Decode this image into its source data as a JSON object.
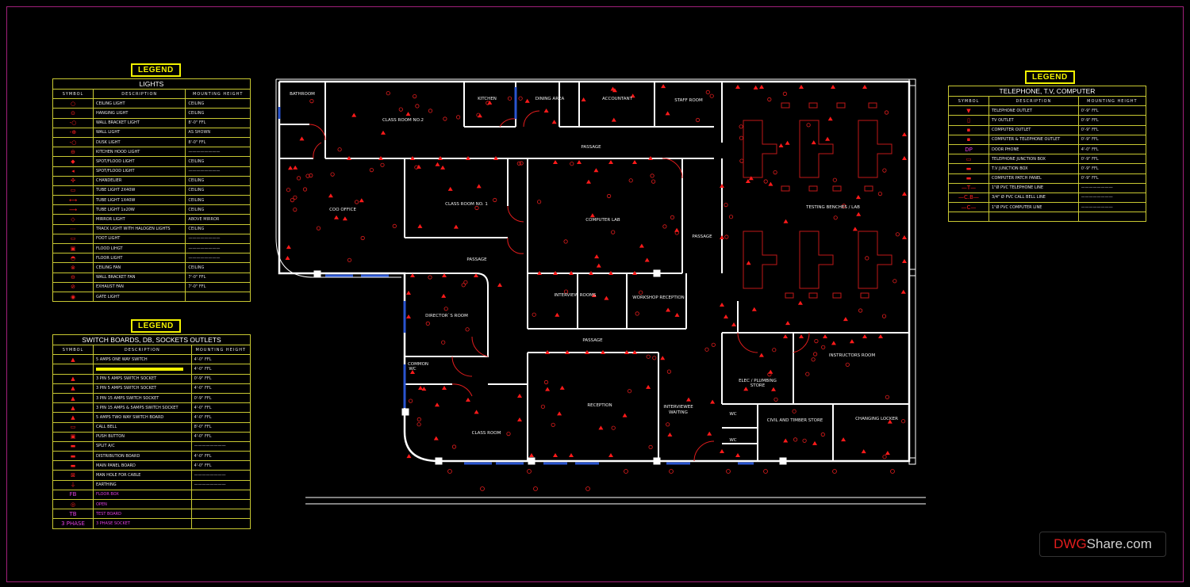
{
  "legend_heading": "LEGEND",
  "lights_table": {
    "title": "LIGHTS",
    "headers": [
      "SYMBOL",
      "DESCRIPTION",
      "MOUNTING HEIGHT"
    ],
    "rows": [
      {
        "sym": "○",
        "desc": "CEILING LIGHT",
        "height": "CEILING"
      },
      {
        "sym": "⊙",
        "desc": "HANGING LIGHT",
        "height": "CEILING"
      },
      {
        "sym": "-○",
        "desc": "WALL BRACKET LIGHT",
        "height": "8'-0\" FFL"
      },
      {
        "sym": "-⊕",
        "desc": "WALL LIGHT",
        "height": "AS SHOWN"
      },
      {
        "sym": "-○",
        "desc": "DUSK LIGHT",
        "height": "8'-0\" FFL"
      },
      {
        "sym": "⊖",
        "desc": "KITCHEN HOOD LIGHT",
        "height": "————————"
      },
      {
        "sym": "◆",
        "desc": "SPOT/FLOOD LIGHT",
        "height": "CEILING"
      },
      {
        "sym": "◂",
        "desc": "SPOT/FLOOD LIGHT",
        "height": "————————"
      },
      {
        "sym": "✣",
        "desc": "CHANDELIER",
        "height": "CEILING"
      },
      {
        "sym": "▭",
        "desc": "TUBE LIGHT 2X40W",
        "height": "CEILING"
      },
      {
        "sym": "⟷",
        "desc": "TUBE LIGHT 1X40W",
        "height": "CEILING"
      },
      {
        "sym": "⟶",
        "desc": "TUBE LIGHT 1x20W",
        "height": "CEILING"
      },
      {
        "sym": "◇",
        "desc": "MIRROR LIGHT",
        "height": "ABOVE MIRROR"
      },
      {
        "sym": "⋯",
        "desc": "TRACK LIGHT WITH HALOGEN LIGHTS",
        "height": "CEILING"
      },
      {
        "sym": "▭",
        "desc": "FOOT LIGHT",
        "height": "————————"
      },
      {
        "sym": "▣",
        "desc": "FLOOD LIHGT",
        "height": "————————"
      },
      {
        "sym": "◓",
        "desc": "FLOOR LIGHT",
        "height": "————————"
      },
      {
        "sym": "⊗",
        "desc": "CEILING FAN",
        "height": "CEILING"
      },
      {
        "sym": "⊖",
        "desc": "WALL BRACKET FAN",
        "height": "7'-0\" FFL"
      },
      {
        "sym": "⊘",
        "desc": "EXHAUST FAN",
        "height": "7'-0\" FFL"
      },
      {
        "sym": "◉",
        "desc": "GATE LIGHT",
        "height": ""
      }
    ]
  },
  "switch_table": {
    "title": "SWITCH BOARDS, DB, SOCKETS OUTLETS",
    "headers": [
      "SYMBOL",
      "DESCRIPTION",
      "MOUNTING HEIGHT"
    ],
    "rows": [
      {
        "sym": "▲",
        "desc": "5 AMPS ONE WAY SWITCH",
        "height": "4'-0\" FFL"
      },
      {
        "sym": "",
        "desc": "",
        "height": "4'-0\" FFL"
      },
      {
        "sym": "▲",
        "desc": "3 PIN 5 AMPS SWITCH SOCKET",
        "height": "0'-9\" FFL"
      },
      {
        "sym": "▲",
        "desc": "3 PIN 5 AMPS SWITCH SOCKET",
        "height": "4'-0\" FFL"
      },
      {
        "sym": "▲",
        "desc": "3 PIN 15 AMPS SWITCH SOCKET",
        "height": "0'-9\" FFL"
      },
      {
        "sym": "▲",
        "desc": "3 PIN 15 AMPS & 5AMPS SWITCH SOCKET",
        "height": "4'-0\" FFL"
      },
      {
        "sym": "▲",
        "desc": "5 AMPS TWO WAY SWITCH BOARD",
        "height": "4'-0\" FFL"
      },
      {
        "sym": "▭",
        "desc": "CALL BELL",
        "height": "8'-0\" FFL"
      },
      {
        "sym": "▣",
        "desc": "PUSH BUTTON",
        "height": "4'-0\" FFL"
      },
      {
        "sym": "▬",
        "desc": "SPLIT A/C",
        "height": "————————"
      },
      {
        "sym": "▬",
        "desc": "DISTRIBUTION BOARD",
        "height": "4'-0\" FFL"
      },
      {
        "sym": "▬",
        "desc": "MAIN PANEL BOARD",
        "height": "4'-0\" FFL"
      },
      {
        "sym": "⊠",
        "desc": "MAN HOLE FOR CABLE",
        "height": "————————"
      },
      {
        "sym": "⏚",
        "desc": "EARTHING",
        "height": "————————"
      },
      {
        "sym": "FB",
        "desc": "FLOOR BOX",
        "height": ""
      },
      {
        "sym": "◎",
        "desc": "OPEN",
        "height": ""
      },
      {
        "sym": "TB",
        "desc": "TEST BOARD",
        "height": ""
      },
      {
        "sym": "3 PHASE",
        "desc": "3 PHASE SOCKET",
        "height": ""
      }
    ]
  },
  "telephone_table": {
    "title": "TELEPHONE, T.V, COMPUTER",
    "headers": [
      "SYMBOL",
      "DESCRIPTION",
      "MOUNTING HEIGHT"
    ],
    "rows": [
      {
        "sym": "▼",
        "desc": "TELEPHONE OUTLET",
        "height": "0'-9\" FFL"
      },
      {
        "sym": "▯",
        "desc": "TV OUTLET",
        "height": "0'-9\" FFL"
      },
      {
        "sym": "▪",
        "desc": "COMPUTER OUTLET",
        "height": "0'-9\" FFL"
      },
      {
        "sym": "▪",
        "desc": "COMPUTER & TELEPHONE OUTLET",
        "height": "0'-9\" FFL"
      },
      {
        "sym": "DP",
        "desc": "DOOR PHONE",
        "height": "4'-0\" FFL"
      },
      {
        "sym": "▭",
        "desc": "TELEPHONE JUNCTION BOX",
        "height": "0'-9\" FFL"
      },
      {
        "sym": "▬",
        "desc": "T.V JUNCTION BOX",
        "height": "0'-9\" FFL"
      },
      {
        "sym": "▬",
        "desc": "COMPUTER PATCH PANEL",
        "height": "0'-9\" FFL"
      },
      {
        "sym": "—T—",
        "desc": "1\"Ø PVC TELEPHONE LINE",
        "height": "————————"
      },
      {
        "sym": "—C.B—",
        "desc": "3/4\" Ø PVC CALL BELL LINE",
        "height": "————————"
      },
      {
        "sym": "—C—",
        "desc": "1\"Ø PVC COMPUTER LINE",
        "height": "————————"
      },
      {
        "sym": "",
        "desc": "",
        "height": ""
      }
    ]
  },
  "rooms": [
    "BATHROOM",
    "CLASS ROOM NO.2",
    "KITCHEN",
    "DINING AREA",
    "ACCOUNTANT",
    "STAFF ROOM",
    "PASSAGE",
    "COO OFFICE",
    "CLASS ROOM NO. 1",
    "COMPUTER LAB",
    "PASSAGE",
    "TESTING BENCHES / LAB",
    "PASSAGE",
    "INTERVIEW ROOMS",
    "WORKSHOP RECEPTION",
    "DIRECTOR`S ROOM",
    "PASSAGE",
    "COMMON",
    "WC",
    "INSTRUCTORS ROOM",
    "ELEC / PLUMBING",
    "STORE",
    "RECEPTION",
    "INTERVIEWEE",
    "WAITING",
    "CLASS ROOM",
    "WC",
    "WC",
    "CIVIL AND TIMBER STORE",
    "CHANGING LOCKER"
  ],
  "watermark": {
    "brand": "DWG",
    "suffix": "Share.com"
  },
  "colors": {
    "wall": "#ffffff",
    "legend_border": "#c8c832",
    "legend_title": "#f2f200",
    "fixture": "#ff2020",
    "label": "#e040e0",
    "frame": "#a0207a",
    "window": "#2a55d0"
  }
}
